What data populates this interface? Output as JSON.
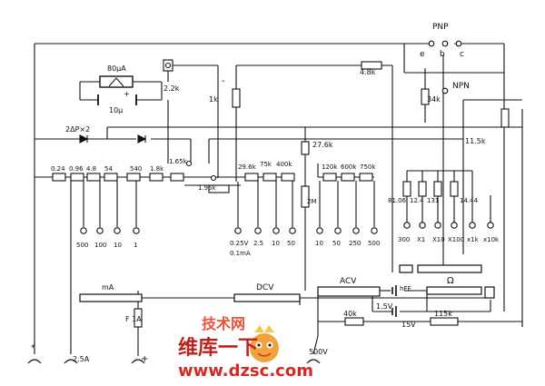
{
  "switch_header": {
    "pnp": "PNP",
    "npn": "NPN",
    "pins": [
      "e",
      "b",
      "c"
    ]
  },
  "meter": {
    "movement": "80μA",
    "capacitor": "10μ",
    "plus": "+",
    "r_2_2k": "2.2k",
    "r_1k": "1k",
    "minus": "-"
  },
  "top_resistors": {
    "r_4_8k": "4.8k",
    "r_34k": "34k",
    "r_11_5k": "11.5k",
    "r_27_6k": "27.6k"
  },
  "diode_label": "2ΔP×2",
  "chain_dc_ma": [
    "0.24",
    "0.96",
    "4.8",
    "54",
    "540",
    "1.8k",
    "1.65k"
  ],
  "chain_dc_v": [
    "29.6k",
    "75k",
    "400k"
  ],
  "shunt_1_95k": "1.95k",
  "r_2m": "2M",
  "chain_ac_v": [
    "120k",
    "600k",
    "750k"
  ],
  "ohm_resistors": [
    "81.06",
    "12.4",
    "131",
    "14.44"
  ],
  "range_ma": [
    "500",
    "100",
    "10",
    "1"
  ],
  "range_dcv_top": [
    "0.25V",
    "2.5",
    "10",
    "50"
  ],
  "range_dcv_bottom": "0.1mA",
  "range_acv": [
    "10",
    "50",
    "250",
    "500"
  ],
  "range_ohm": [
    "300",
    "X1",
    "X10",
    "X100",
    "x1k",
    "x10k"
  ],
  "function_switch": {
    "ma": "mA",
    "dcv": "DCV",
    "acv": "ACV",
    "hfe": "hFE",
    "ohm": "Ω"
  },
  "bottom_parts": {
    "battery_1": "1.5V",
    "battery_2": "15V",
    "r_40k": "40k",
    "r_115k": "115k",
    "fuse": "F 1A"
  },
  "terminals": {
    "common": "*",
    "a25": "2.5A",
    "plus": "+",
    "v600": "500V"
  },
  "watermark": {
    "title_cn": "维库一下",
    "url": "www.dzsc.com",
    "top_cn": "技术网"
  }
}
